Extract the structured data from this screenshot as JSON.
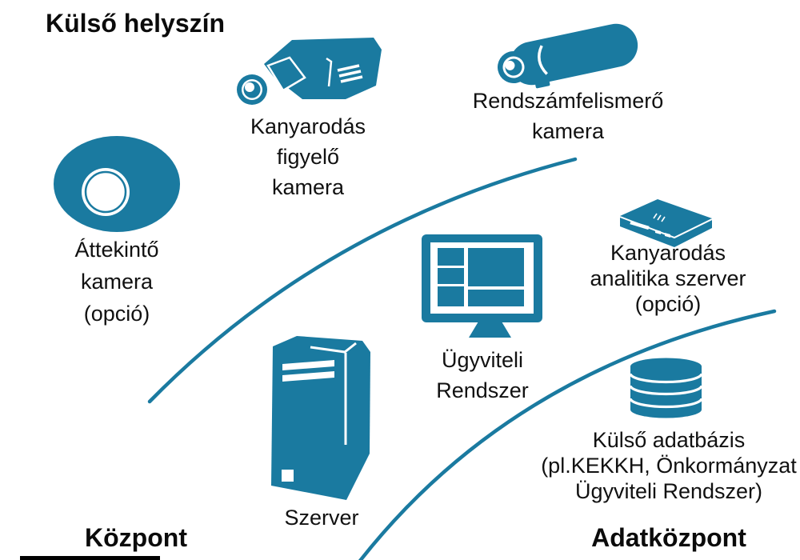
{
  "colors": {
    "accent": "#1A7AA0",
    "text": "#111111"
  },
  "section_labels": {
    "top_left": "Külső helyszín",
    "bottom_left": "Központ",
    "bottom_right": "Adatközpont"
  },
  "nodes": {
    "turn_camera": {
      "icon": "box-camera-icon",
      "lines": [
        "Kanyarodás",
        "figyelő",
        "kamera"
      ]
    },
    "anpr_camera": {
      "icon": "bullet-camera-icon",
      "lines": [
        "Rendszámfelismerő",
        "kamera"
      ]
    },
    "overview_camera": {
      "icon": "dome-camera-icon",
      "lines": [
        "Áttekintő",
        "kamera",
        "(opció)"
      ]
    },
    "admin_system": {
      "icon": "monitor-icon",
      "lines": [
        "Ügyviteli",
        "Rendszer"
      ]
    },
    "analytics_server": {
      "icon": "appliance-server-icon",
      "lines": [
        "Kanyarodás",
        "analitika szerver",
        "(opció)"
      ]
    },
    "central_server": {
      "icon": "tower-server-icon",
      "lines": [
        "Szerver"
      ]
    },
    "external_database": {
      "icon": "database-icon",
      "lines": [
        "Külső adatbázis",
        "(pl.KEKKH, Önkormányzat",
        "Ügyviteli Rendszer)"
      ]
    }
  }
}
